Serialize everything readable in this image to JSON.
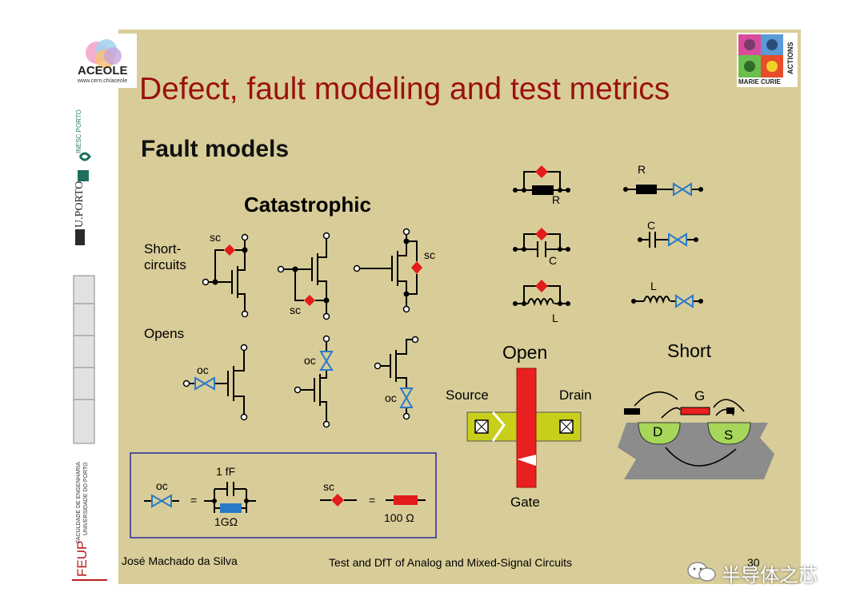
{
  "header": {
    "title": "Defect, fault modeling and test metrics",
    "subtitle": "Fault models",
    "logo_left": {
      "name": "ACEOLE",
      "url": "www.cern.ch/aceole"
    },
    "logo_right": {
      "text1": "MARIE CURIE",
      "text2": "ACTIONS"
    }
  },
  "sidebar": {
    "inesc": "INESC PORTO",
    "uporto": "U.PORTO",
    "feup": "FEUP",
    "faculdade": "FACULDADE DE ENGENHARIA",
    "universidade": "UNIVERSIDADE DO PORTO"
  },
  "catastrophic": {
    "heading": "Catastrophic",
    "short_circuits_label": "Short-\ncircuits",
    "opens_label": "Opens",
    "sc": "sc",
    "oc": "oc"
  },
  "legend": {
    "oc": "oc",
    "cap": "1 fF",
    "res": "1GΩ",
    "sc": "sc",
    "sc_res": "100 Ω",
    "equals": "="
  },
  "parametric": {
    "R": "R",
    "C": "C",
    "L": "L"
  },
  "open_diagram": {
    "title": "Open",
    "source": "Source",
    "drain": "Drain",
    "gate": "Gate"
  },
  "short_diagram": {
    "title": "Short",
    "g": "G",
    "d": "D",
    "s": "S"
  },
  "footer": {
    "author": "José Machado da Silva",
    "course": "Test and DfT of Analog and Mixed-Signal Circuits",
    "page": "30",
    "watermark": "半导体之芯"
  },
  "colors": {
    "slide_bg": "#d8cd98",
    "title": "#9b1010",
    "sc_red": "#e31b1b",
    "oc_blue": "#2a7ac8",
    "gate_red": "#e82020",
    "poly_green": "#c8cf1a",
    "substrate_gray": "#8c8c8c",
    "diffusion_green": "#a6d65a"
  }
}
